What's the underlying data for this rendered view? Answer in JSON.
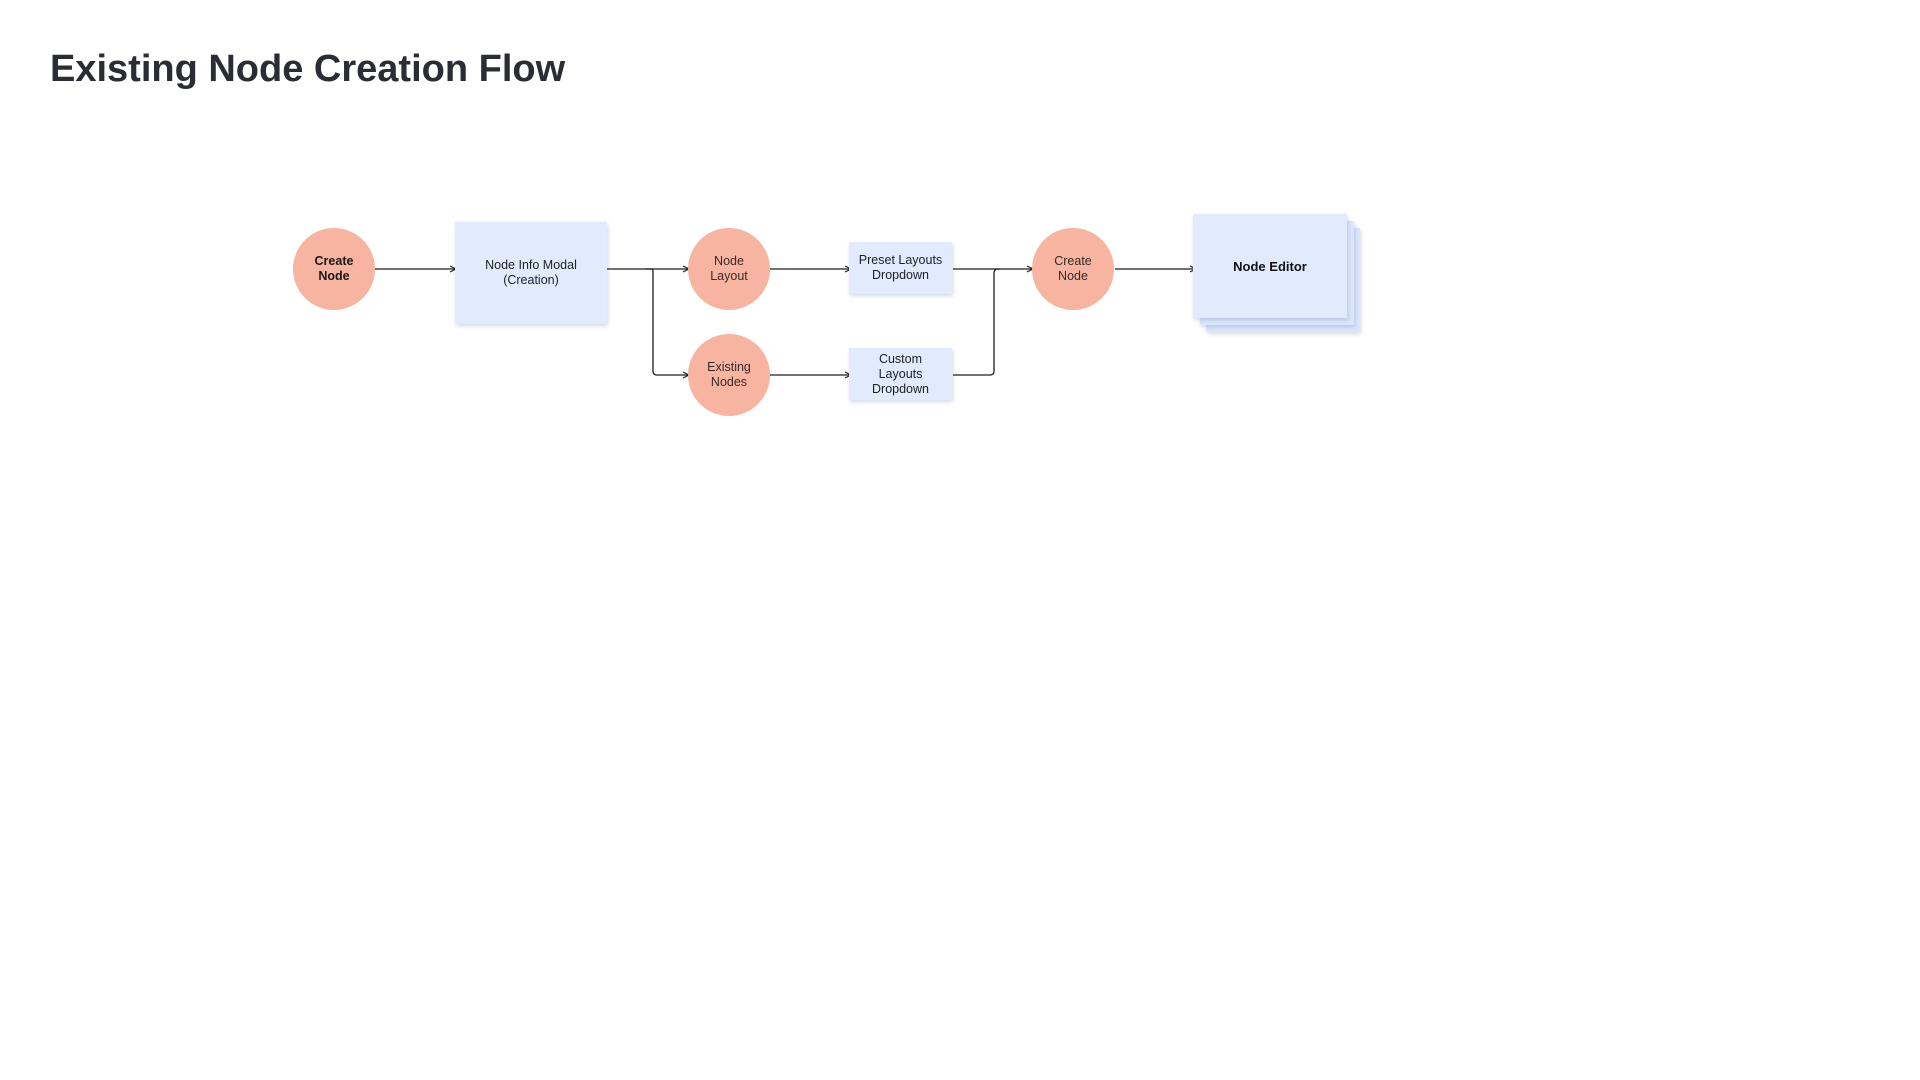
{
  "title": "Existing Node Creation Flow",
  "colors": {
    "circle": "#f6b4a1",
    "box": "#e1ebfd",
    "line": "#1e1e1e",
    "title": "#2b2d35"
  },
  "nodes": {
    "create_node_start": "Create\nNode",
    "node_info_modal": "Node Info Modal\n(Creation)",
    "node_layout": "Node\nLayout",
    "existing_nodes": "Existing\nNodes",
    "preset_layouts_dropdown": "Preset Layouts\nDropdown",
    "custom_layouts_dropdown": "Custom\nLayouts\nDropdown",
    "create_node_end": "Create\nNode",
    "node_editor": "Node Editor"
  },
  "edges": [
    {
      "from": "Create Node",
      "to": "Node Info Modal (Creation)"
    },
    {
      "from": "Node Info Modal (Creation)",
      "to": "Node Layout"
    },
    {
      "from": "Node Info Modal (Creation)",
      "to": "Existing Nodes"
    },
    {
      "from": "Node Layout",
      "to": "Preset Layouts Dropdown"
    },
    {
      "from": "Existing Nodes",
      "to": "Custom Layouts Dropdown"
    },
    {
      "from": "Preset Layouts Dropdown",
      "to": "Create Node"
    },
    {
      "from": "Custom Layouts Dropdown",
      "to": "Create Node"
    },
    {
      "from": "Create Node",
      "to": "Node Editor"
    }
  ]
}
